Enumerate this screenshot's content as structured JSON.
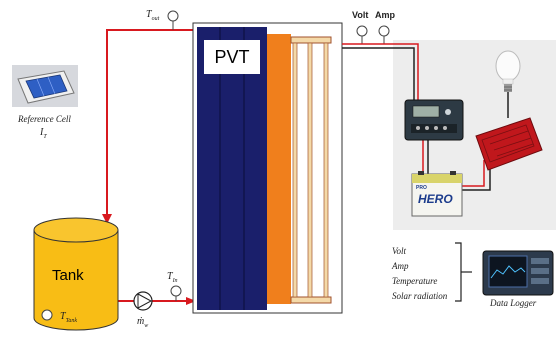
{
  "diagram": {
    "pvt_label": "PVT",
    "tank_label": "Tank",
    "reference_cell_label": "Reference Cell",
    "irradiance_symbol": "I",
    "irradiance_sub": "T",
    "t_out_symbol": "T",
    "t_out_sub": "out",
    "t_in_symbol": "T",
    "t_in_sub": "In",
    "t_tank_symbol": "T",
    "t_tank_sub": "Tank",
    "mass_flow_symbol": "ṁ",
    "mass_flow_sub": "w",
    "volt_label": "Volt",
    "amp_label": "Amp",
    "battery_brand_small": "PRO",
    "battery_brand": "HERO",
    "logger_inputs": [
      "Volt",
      "Amp",
      "Temperature",
      "Solar radiation"
    ],
    "data_logger_label": "Data Logger"
  },
  "colors": {
    "pvt_cells": "#1a1f6b",
    "absorber": "#f07f1c",
    "tank": "#f8bd15",
    "pipe_hot": "#d8191f",
    "gray_panel": "#ededed",
    "copper": "#a0522d"
  }
}
